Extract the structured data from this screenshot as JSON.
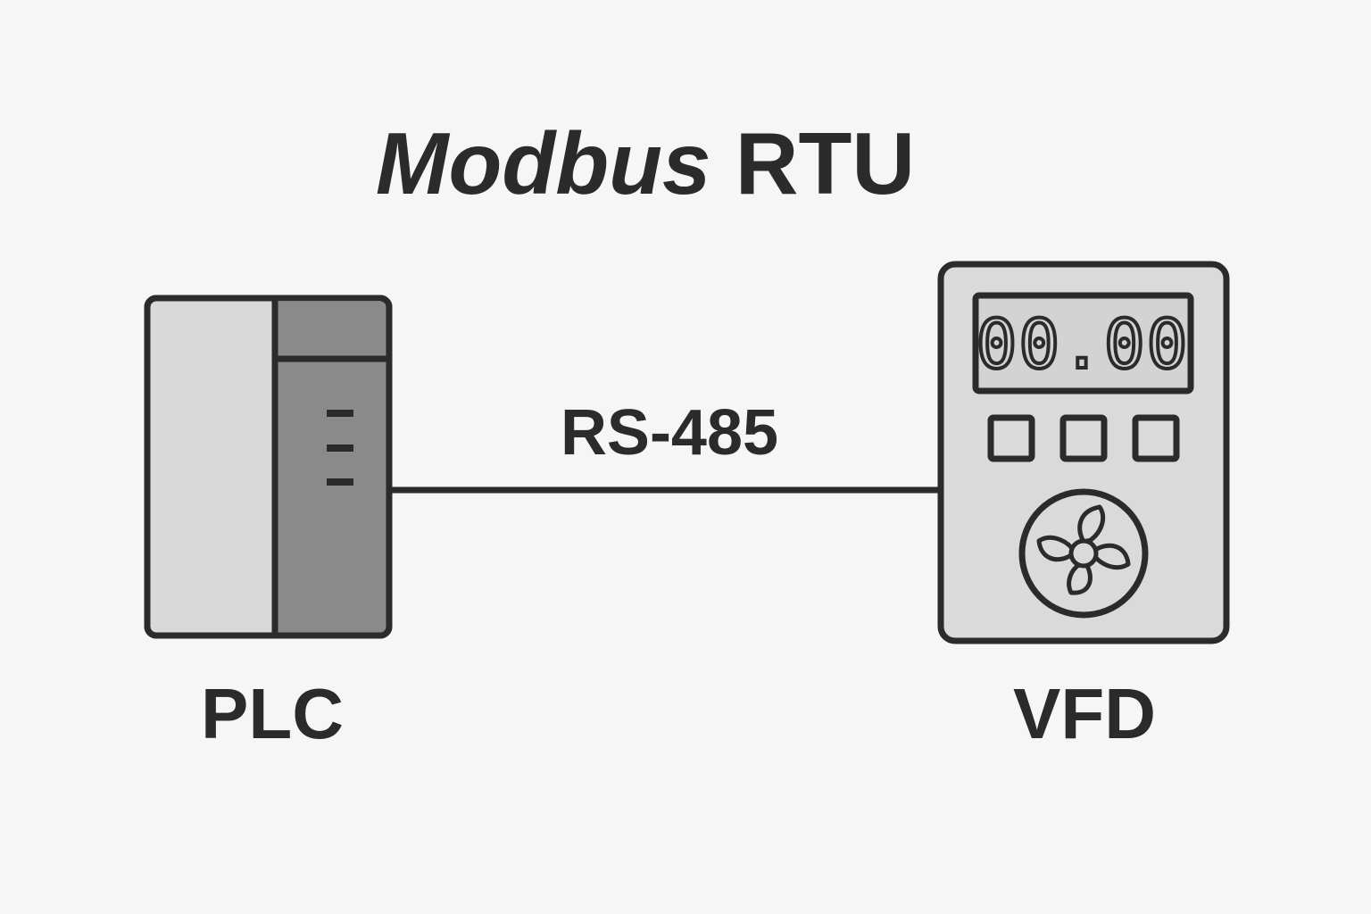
{
  "diagram": {
    "title_part1": "Modbus",
    "title_part2": "RTU",
    "link_label": "RS-485",
    "devices": [
      {
        "label": "PLC"
      },
      {
        "label": "VFD",
        "display_value": "00.00"
      }
    ]
  },
  "colors": {
    "background": "#f6f6f6",
    "outline": "#2b2b2b",
    "light_panel": "#d9d9d9",
    "dark_panel": "#8a8a8a",
    "device_body": "#dadada"
  },
  "icons": [
    "plc-icon",
    "vfd-icon",
    "fan-icon"
  ]
}
